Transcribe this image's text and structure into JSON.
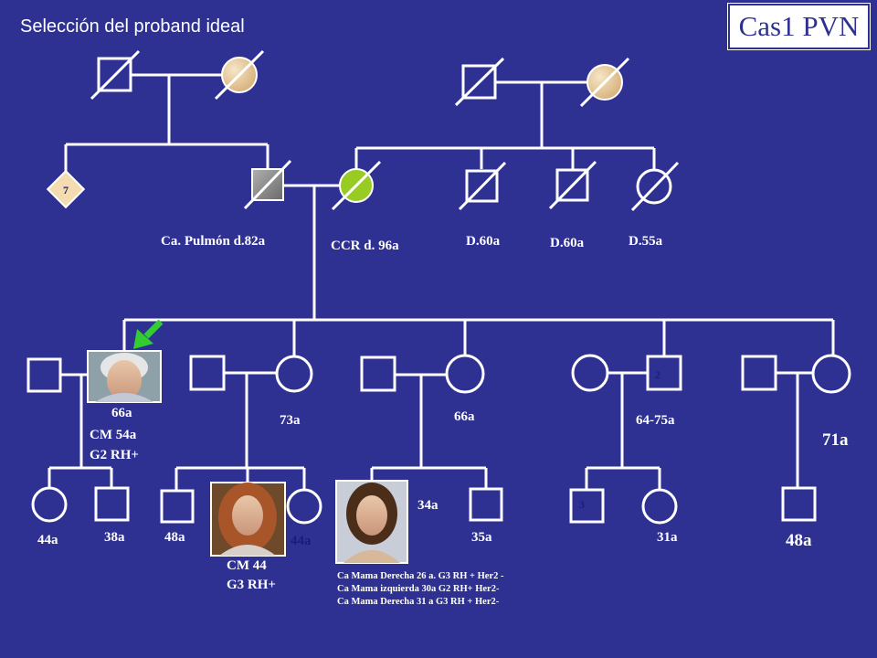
{
  "title": "Selección del proband ideal",
  "case_label": "Cas1  PVN",
  "colors": {
    "background": "#2e3192",
    "line": "#ffffff",
    "affected_beige": "#e8c89a",
    "affected_green": "#99cc22",
    "affected_gray": "#8c8c8c",
    "diamond": "#f3dcb0",
    "arrow": "#33cc33",
    "count_text": "#1a1a80"
  },
  "counts": {
    "diamond": "7",
    "uncle_group": "2",
    "grandchildren_group": "3"
  },
  "labels": {
    "ca_pulmon": "Ca. Pulmón d.82a",
    "ccr": "CCR d. 96a",
    "d60a_1": "D.60a",
    "d60a_2": "D.60a",
    "d55a": "D.55a",
    "proband_age": "66a",
    "proband_cm": "CM 54a",
    "proband_grade": "G2 RH+",
    "sib2_age": "73a",
    "sib3_age": "66a",
    "sib4_age": "64-75a",
    "sib5_age": "71a",
    "gc1_age": "44a",
    "gc2_age": "38a",
    "gc3_age": "48a",
    "gc5_age": "44a",
    "gc4_cm": "CM 44",
    "gc4_grade": "G3 RH+",
    "gc6_age": "34a",
    "gc7_age": "35a",
    "gc9_age": "31a",
    "gc10_age": "48a"
  },
  "notes": [
    "Ca Mama Derecha 26 a.  G3 RH +  Her2 -",
    "Ca Mama  izquierda 30a G2 RH+ Her2-",
    "Ca Mama Derecha 31 a G3 RH + Her2-"
  ],
  "photos": [
    "elderly-woman-photo",
    "red-haired-woman-photo",
    "young-woman-photo"
  ]
}
